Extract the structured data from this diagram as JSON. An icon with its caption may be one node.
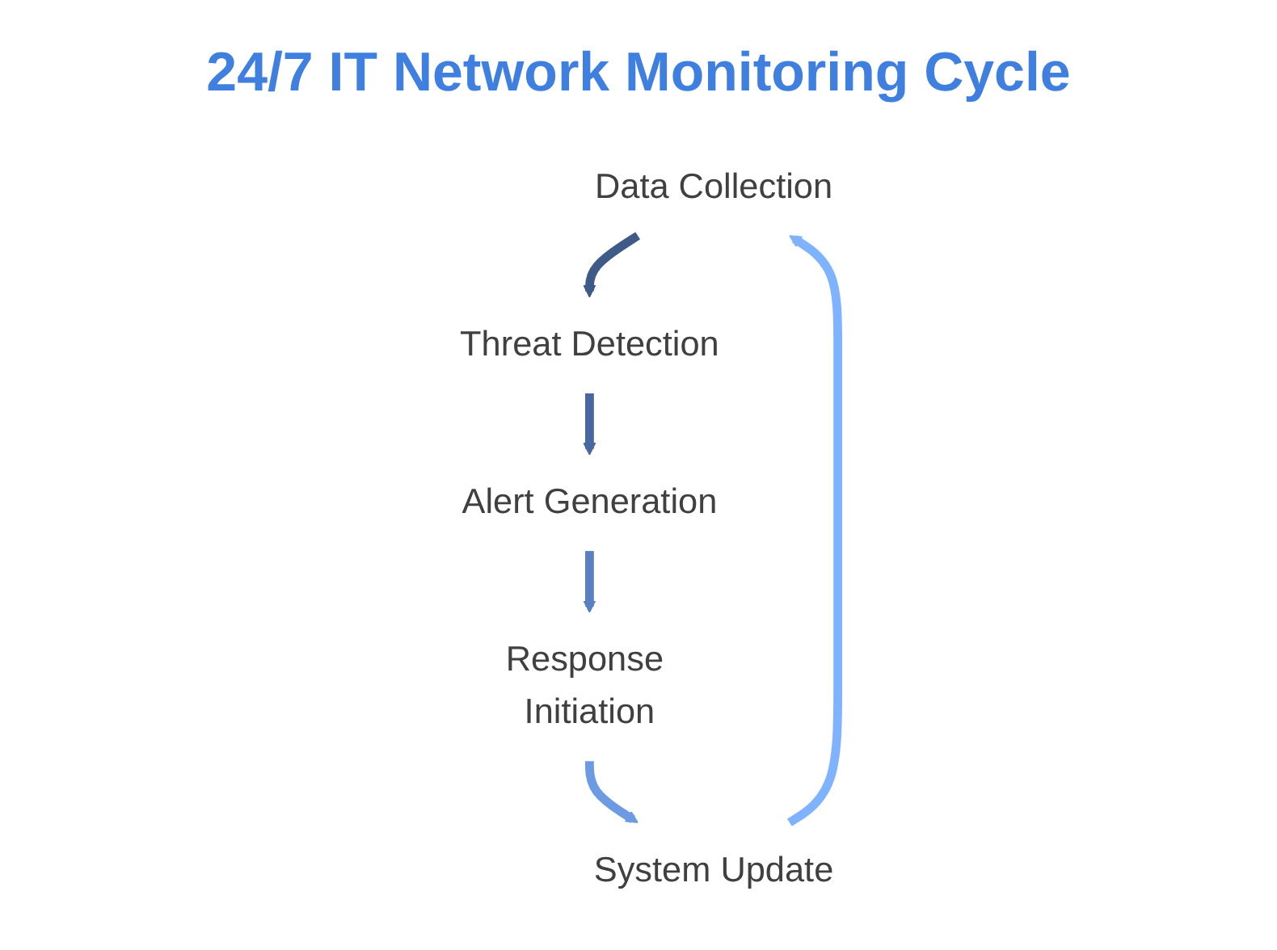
{
  "diagram": {
    "title": "24/7 IT Network Monitoring Cycle",
    "nodes": [
      {
        "text": [
          "Data Collection"
        ]
      },
      {
        "text": [
          "Threat Detection"
        ]
      },
      {
        "text": [
          "Alert Generation"
        ]
      },
      {
        "text": [
          "Response Initiation"
        ]
      },
      {
        "text": [
          "System Update"
        ]
      }
    ],
    "edges": [
      {
        "from": 0,
        "to": 1,
        "arrow": "to",
        "color": "#3d5a89"
      },
      {
        "from": 1,
        "to": 2,
        "arrow": "to",
        "color": "#4a68a0"
      },
      {
        "from": 2,
        "to": 3,
        "arrow": "to",
        "color": "#5a80c0"
      },
      {
        "from": 3,
        "to": 4,
        "arrow": "to",
        "color": "#6c9be3"
      },
      {
        "from": 4,
        "to": 0,
        "arrow": "to",
        "color": "#80b3ff"
      }
    ]
  }
}
